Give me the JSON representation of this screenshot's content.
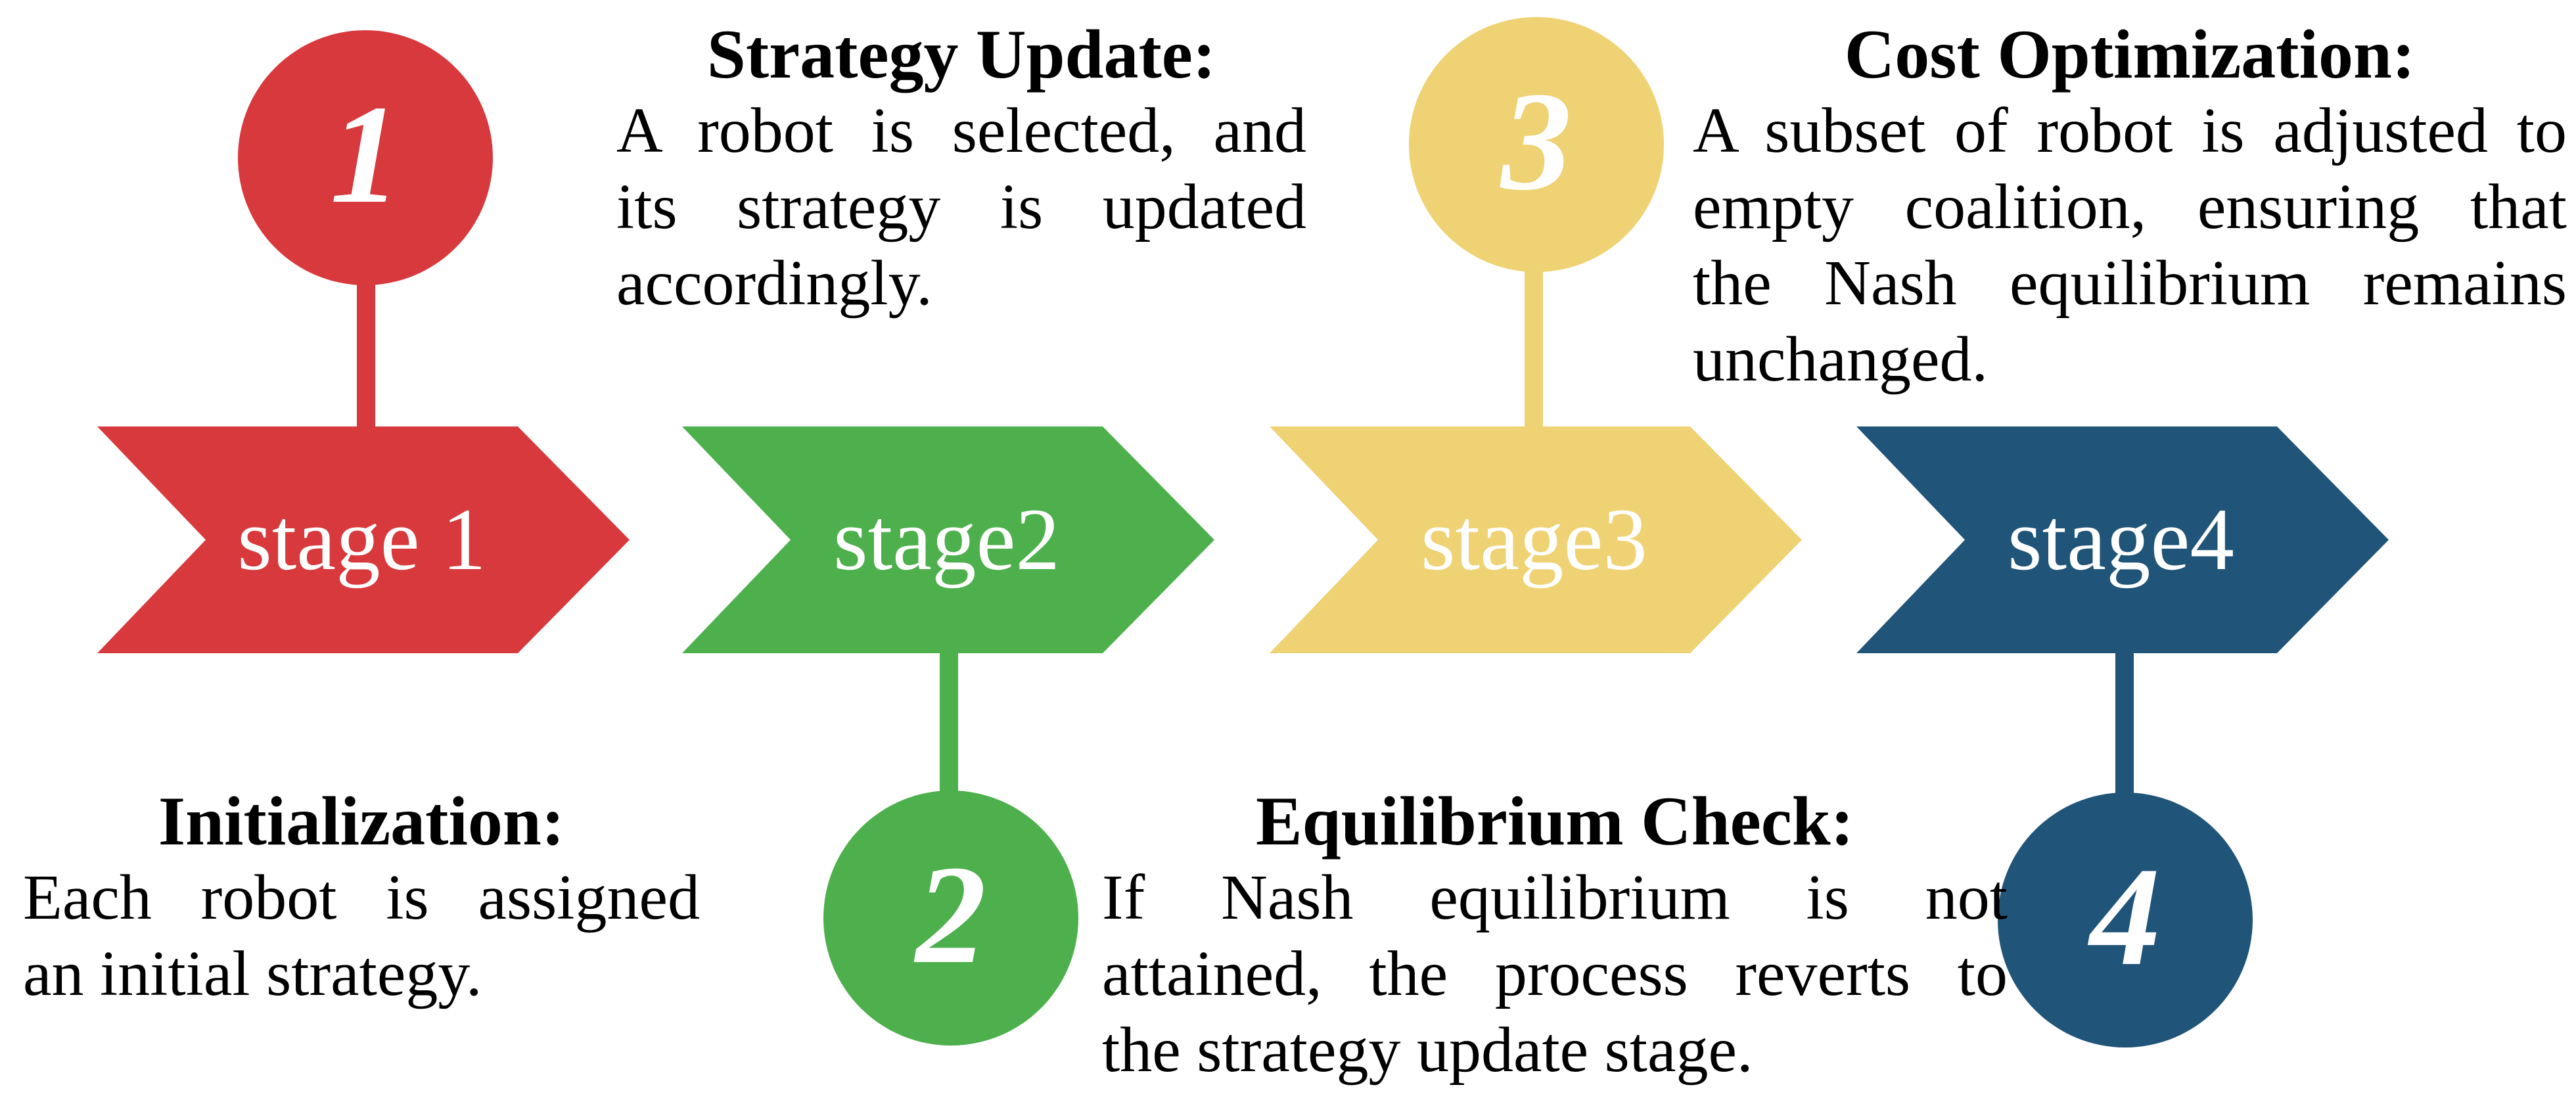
{
  "colors": {
    "stage1": "#d8393c",
    "stage2": "#4db04c",
    "stage3": "#eed273",
    "stage4": "#205478"
  },
  "stages": [
    {
      "label": "stage 1",
      "number": "1"
    },
    {
      "label": "stage2",
      "number": "2"
    },
    {
      "label": "stage3",
      "number": "3"
    },
    {
      "label": "stage4",
      "number": "4"
    }
  ],
  "annotations": {
    "strategy_update": {
      "heading": "Strategy Update:",
      "lines": {
        "0": "A robot is selected, and",
        "1": "its strategy is updated",
        "2": "accordingly."
      }
    },
    "cost_optimization": {
      "heading": "Cost Optimization:",
      "lines": {
        "0": "A subset of robot is adjusted to",
        "1": "empty coalition, ensuring that",
        "2": "the Nash equilibrium remains",
        "3": "unchanged."
      }
    },
    "initialization": {
      "heading": "Initialization:",
      "lines": {
        "0": "Each robot is assigned",
        "1": "an initial strategy."
      }
    },
    "equilibrium_check": {
      "heading": "Equilibrium Check:",
      "lines": {
        "0": "If Nash equilibrium is not",
        "1": "attained, the process reverts to",
        "2": "the strategy update stage."
      }
    }
  }
}
